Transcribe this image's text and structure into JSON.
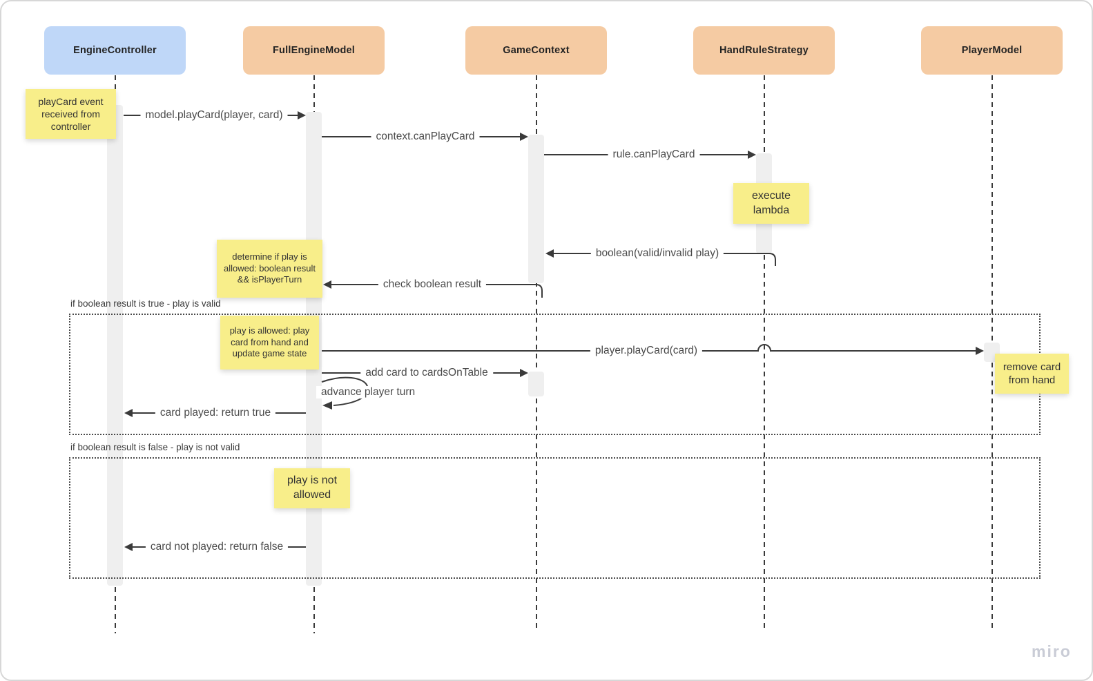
{
  "canvas": {
    "watermark": "miro"
  },
  "colors": {
    "controller_header": "#BFD7F8",
    "model_header": "#F5CBA3",
    "note_fill": "#F8EE8A",
    "activation_fill": "#EFEFEF",
    "line_color": "#3A3A3A"
  },
  "lifelines": [
    {
      "name": "EngineController"
    },
    {
      "name": "FullEngineModel"
    },
    {
      "name": "GameContext"
    },
    {
      "name": "HandRuleStrategy"
    },
    {
      "name": "PlayerModel"
    }
  ],
  "messages": [
    {
      "label": "model.playCard(player, card)"
    },
    {
      "label": "context.canPlayCard"
    },
    {
      "label": "rule.canPlayCard"
    },
    {
      "label": "boolean(valid/invalid play)"
    },
    {
      "label": "check boolean result"
    },
    {
      "label": "player.playCard(card)"
    },
    {
      "label": "add card to cardsOnTable"
    },
    {
      "label": "advance player turn"
    },
    {
      "label": "card played: return true"
    },
    {
      "label": "card not played: return false"
    }
  ],
  "notes": [
    {
      "text": "playCard event received from controller"
    },
    {
      "text": "execute lambda"
    },
    {
      "text": "determine if play is allowed: boolean result && isPlayerTurn"
    },
    {
      "text": "play is allowed: play card from hand and update game state"
    },
    {
      "text": "remove card from hand"
    },
    {
      "text": "play is not allowed"
    }
  ],
  "fragments": [
    {
      "label": "if boolean result is true - play is valid"
    },
    {
      "label": "if boolean result is false - play is not valid"
    }
  ]
}
